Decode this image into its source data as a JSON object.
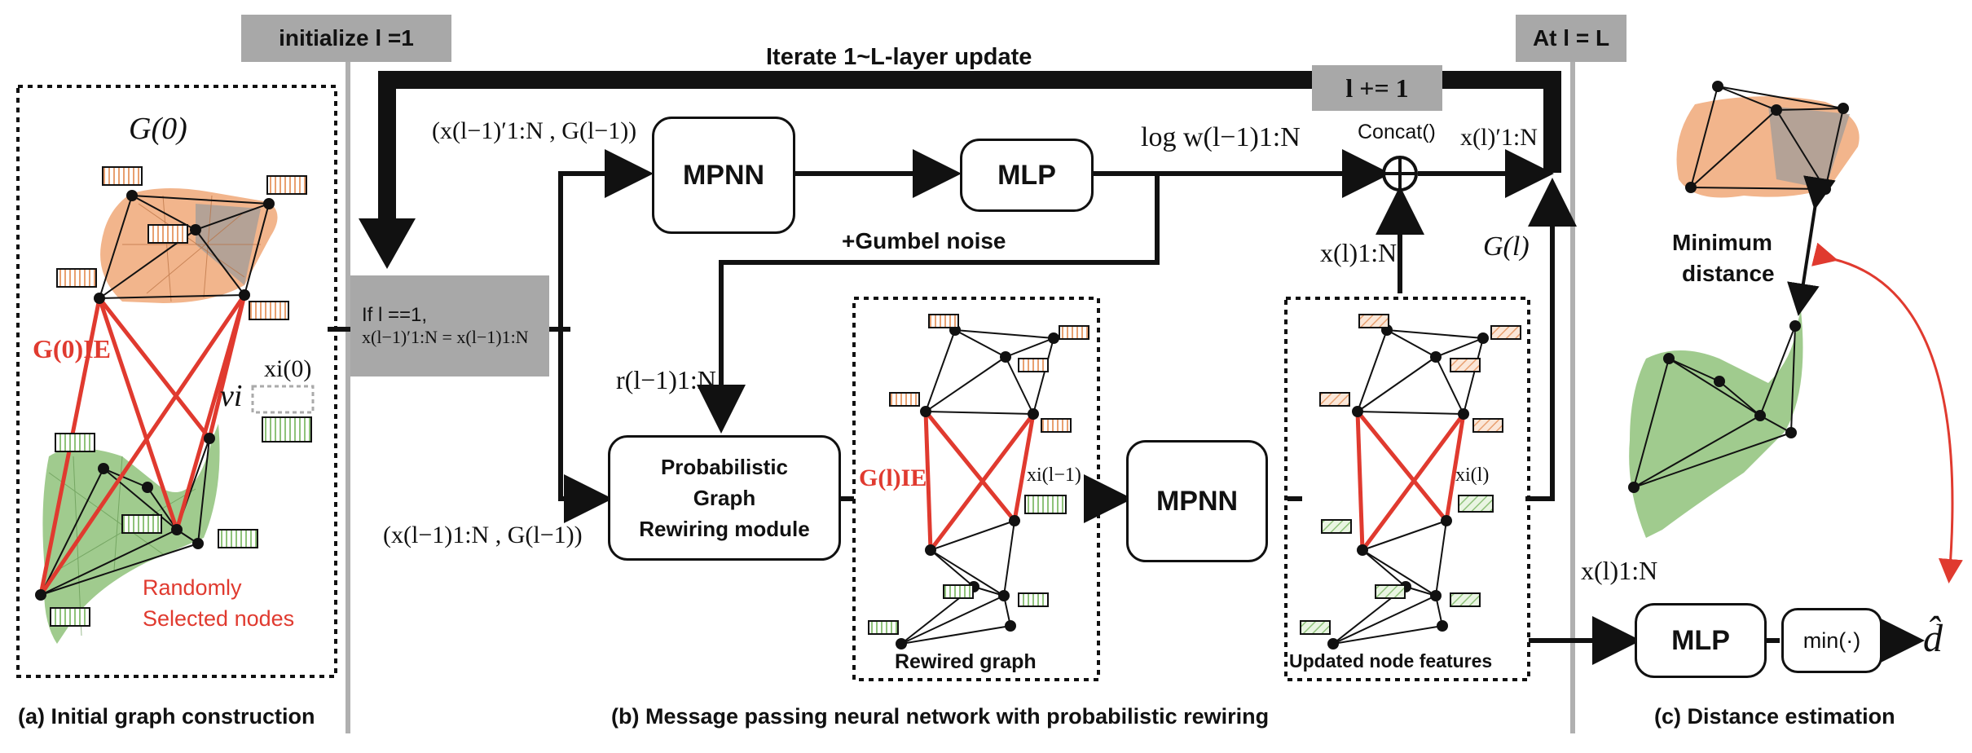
{
  "top_tags": {
    "init": "initialize l =1",
    "at_l": "At l = L",
    "l_plus": "l += 1"
  },
  "iterate_label": "Iterate 1~L-layer update",
  "panel_a": {
    "graph_label": "G(0)",
    "gie_label": "G(0)IE",
    "node_label": "vi",
    "x_label": "xi(0)",
    "random_label_1": "Randomly",
    "random_label_2": "Selected nodes",
    "caption": "(a) Initial graph construction"
  },
  "panel_b": {
    "input_top": "(x(l−1)′1:N , G(l−1))",
    "input_bottom": "(x(l−1)1:N , G(l−1))",
    "mpnn_top": "MPNN",
    "mlp_top": "MLP",
    "logw": "log w(l−1)1:N",
    "concat": "Concat()",
    "x_prime": "x(l)′1:N",
    "gumbel": "+Gumbel noise",
    "init_box_line1": "If l ==1,",
    "init_box_line2": "x(l−1)′1:N = x(l−1)1:N",
    "r_label": "r(l−1)1:N",
    "prob_line1": "Probabilistic",
    "prob_line2": "Graph",
    "prob_line3": "Rewiring module",
    "gie_l": "G(l)IE",
    "xi_prev": "xi(l−1)",
    "rewired_caption": "Rewired graph",
    "mpnn_bottom": "MPNN",
    "xi_l": "xi(l)",
    "updated_caption": "Updated node features",
    "x_l_label": "x(l)1:N",
    "g_l_label": "G(l)",
    "caption": "(b) Message passing neural network with probabilistic rewiring"
  },
  "panel_c": {
    "min_label_1": "Minimum",
    "min_label_2": "distance",
    "x_in": "x(l)1:N",
    "mlp": "MLP",
    "min_fn": "min(·)",
    "d_hat": "d̂",
    "caption": "(c) Distance estimation"
  },
  "colors": {
    "red": "#e03a2f",
    "gray_tag": "#a8a8a8",
    "orange_mesh": "#f0a878",
    "green_mesh": "#8fc27a"
  }
}
